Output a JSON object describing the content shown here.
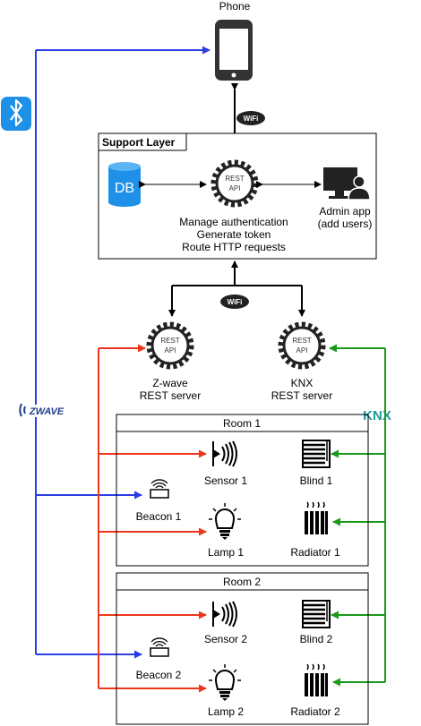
{
  "phone": {
    "label": "Phone"
  },
  "support": {
    "title": "Support Layer",
    "db": "DB",
    "gear_top": "REST",
    "gear_bottom": "API",
    "desc1": "Manage authentication",
    "desc2": "Generate token",
    "desc3": "Route HTTP requests",
    "admin1": "Admin app",
    "admin2": "(add users)"
  },
  "wifi": "WiFi",
  "zwave_server": {
    "gear_top": "REST",
    "gear_bottom": "API",
    "line1": "Z-wave",
    "line2": "REST server"
  },
  "knx_server": {
    "gear_top": "REST",
    "gear_bottom": "API",
    "line1": "KNX",
    "line2": "REST server"
  },
  "protocols": {
    "zwave": "ZWAVE",
    "knx": "KNX"
  },
  "room1": {
    "title": "Room 1",
    "sensor": "Sensor 1",
    "blind": "Blind 1",
    "beacon": "Beacon 1",
    "lamp": "Lamp 1",
    "radiator": "Radiator 1"
  },
  "room2": {
    "title": "Room 2",
    "sensor": "Sensor 2",
    "blind": "Blind 2",
    "beacon": "Beacon 2",
    "lamp": "Lamp 2",
    "radiator": "Radiator 2"
  },
  "colors": {
    "bluetooth": "#2a3de6",
    "zwave": "#f0361a",
    "knx": "#1a9a1a",
    "wifi": "#000000",
    "db": "#1e90e8"
  }
}
